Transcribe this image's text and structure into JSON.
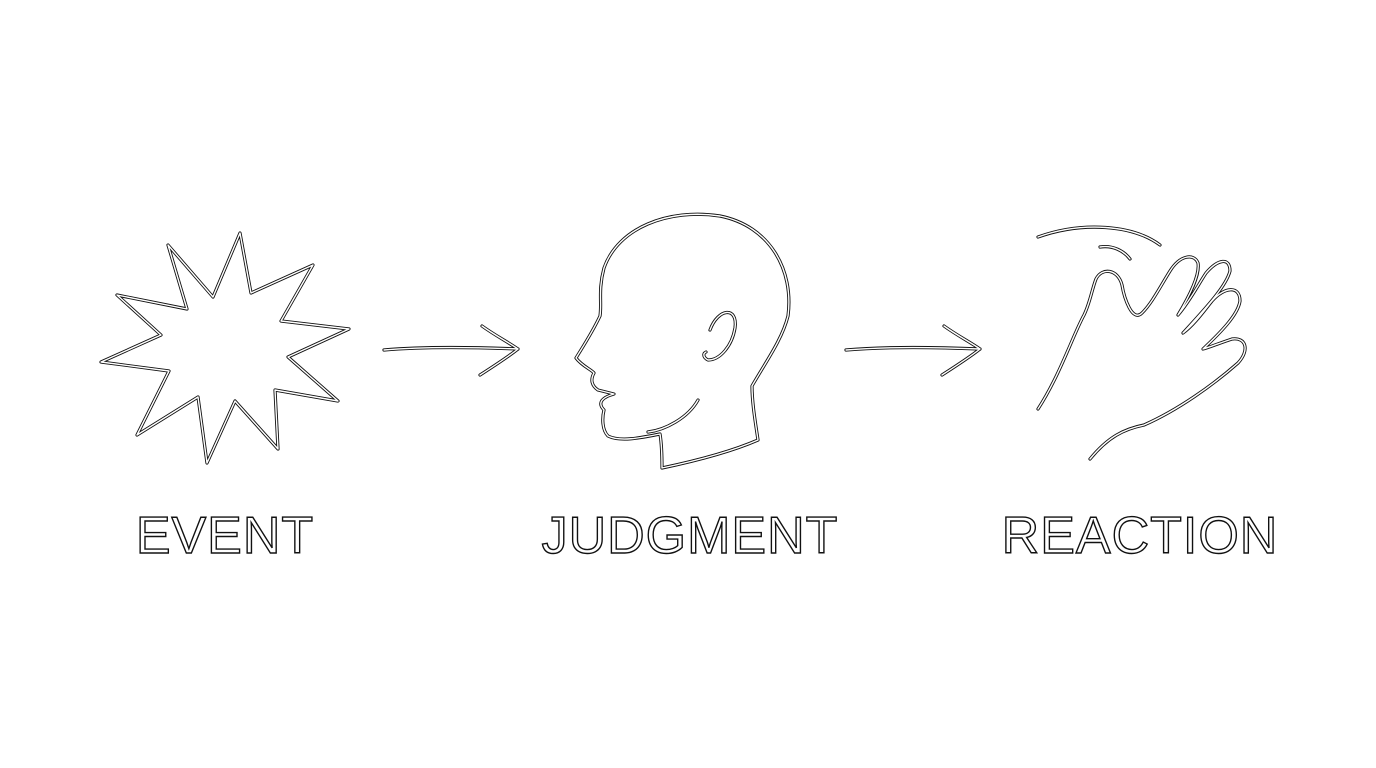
{
  "diagram": {
    "stages": [
      {
        "label": "EVENT",
        "icon": "starburst-icon"
      },
      {
        "label": "JUDGMENT",
        "icon": "head-profile-icon"
      },
      {
        "label": "REACTION",
        "icon": "waving-hand-icon"
      }
    ],
    "connectors": [
      "arrow-right-icon",
      "arrow-right-icon"
    ],
    "colors": {
      "background": "#ffffff",
      "stroke": "#111111",
      "fill": "#ffffff"
    }
  }
}
